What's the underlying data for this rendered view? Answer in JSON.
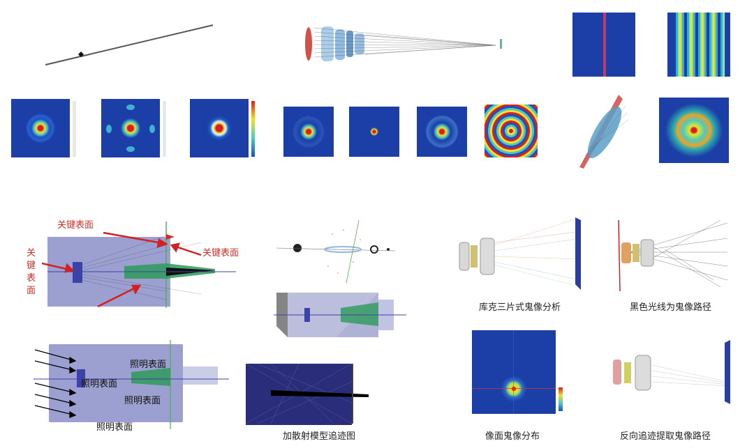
{
  "labels": {
    "key_surface_top": "关键表面",
    "key_surface_right": "关键表面",
    "key_surface_left": "关\n键\n表\n面",
    "illum_1": "照明表面",
    "illum_2": "照明表面",
    "illum_3": "照明表面",
    "illum_4": "照明表面"
  },
  "captions": {
    "scatter_trace": "加散射模型追迹图",
    "cooke_ghost": "库克三片式鬼像分析",
    "black_rays": "黑色光线为鬼像路径",
    "image_ghost": "像面鬼像分布",
    "reverse_trace": "反向追迹提取鬼像路径"
  },
  "colors": {
    "map_bg": "#1b3fa6",
    "annotation_red": "#c8322a",
    "housing": "#8a8fc8",
    "green_beam": "#2e9a5a"
  }
}
